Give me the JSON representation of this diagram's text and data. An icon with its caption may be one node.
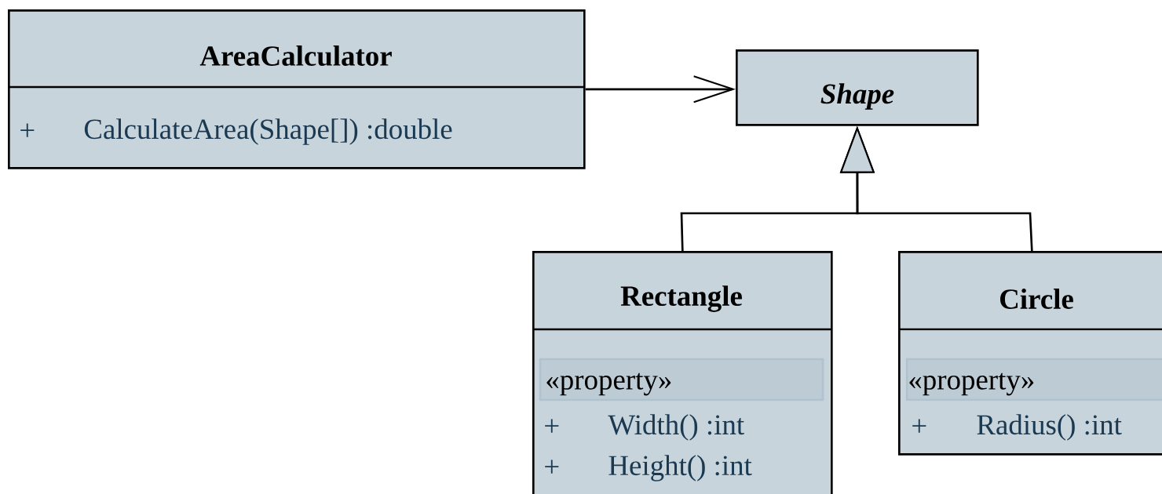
{
  "diagram": {
    "nodes": [
      {
        "text": [
          "AreaCalculator",
          "+",
          "CalculateArea(Shape[]) :double"
        ]
      },
      {
        "text": [
          "Shape"
        ]
      },
      {
        "text": [
          "Rectangle",
          "«property»",
          "+",
          "Width() :int",
          "+",
          "Height() :int"
        ]
      },
      {
        "text": [
          "Circle",
          "«property»",
          "+",
          "Radius() :int"
        ]
      }
    ],
    "edges": [
      {
        "from": 0,
        "to": 1,
        "arrow": "to"
      },
      {
        "from": 2,
        "to": 1,
        "arrow": "to"
      },
      {
        "from": 3,
        "to": 1,
        "arrow": "to"
      }
    ]
  }
}
